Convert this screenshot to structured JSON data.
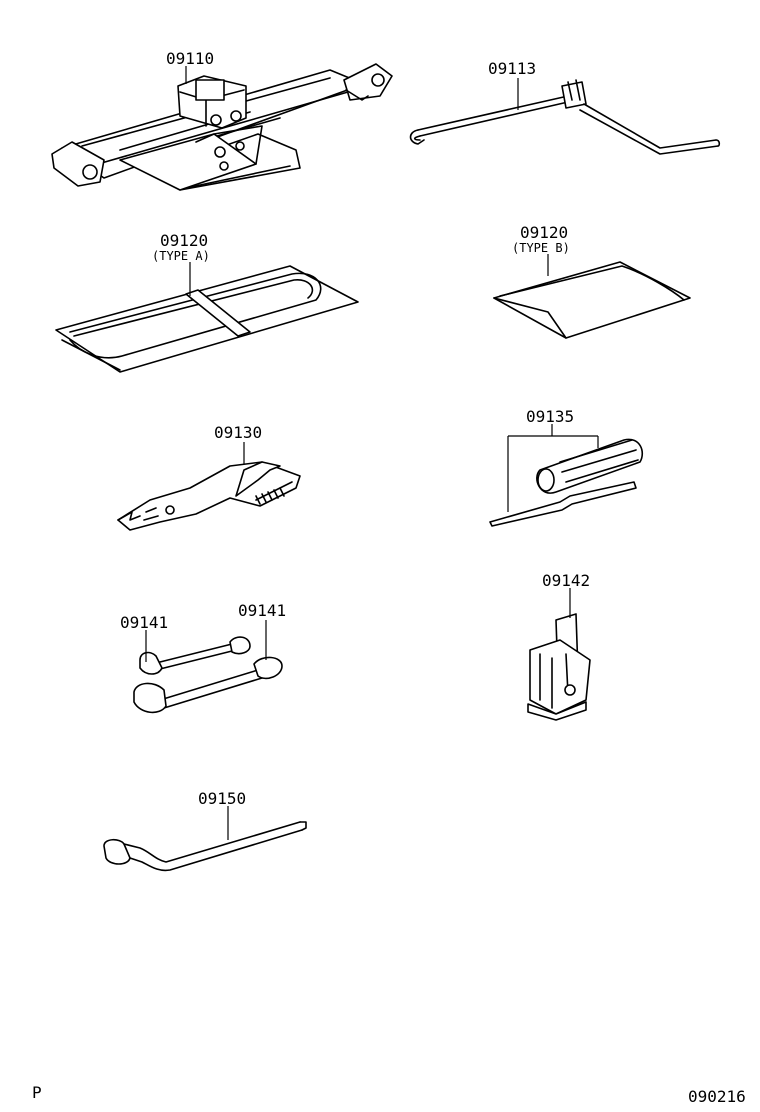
{
  "parts": {
    "jack": {
      "number": "09110"
    },
    "jack_handle": {
      "number": "09113"
    },
    "tool_bag_a": {
      "number": "09120",
      "variant": "(TYPE A)"
    },
    "tool_bag_b": {
      "number": "09120",
      "variant": "(TYPE B)"
    },
    "pliers": {
      "number": "09130"
    },
    "screwdriver": {
      "number": "09135"
    },
    "holder": {
      "number": "09142"
    },
    "wrench_small": {
      "number": "09141"
    },
    "wrench_large": {
      "number": "09141"
    },
    "wheel_wrench": {
      "number": "09150"
    }
  },
  "footer": {
    "left_mark": "P",
    "diagram_code": "090216"
  }
}
